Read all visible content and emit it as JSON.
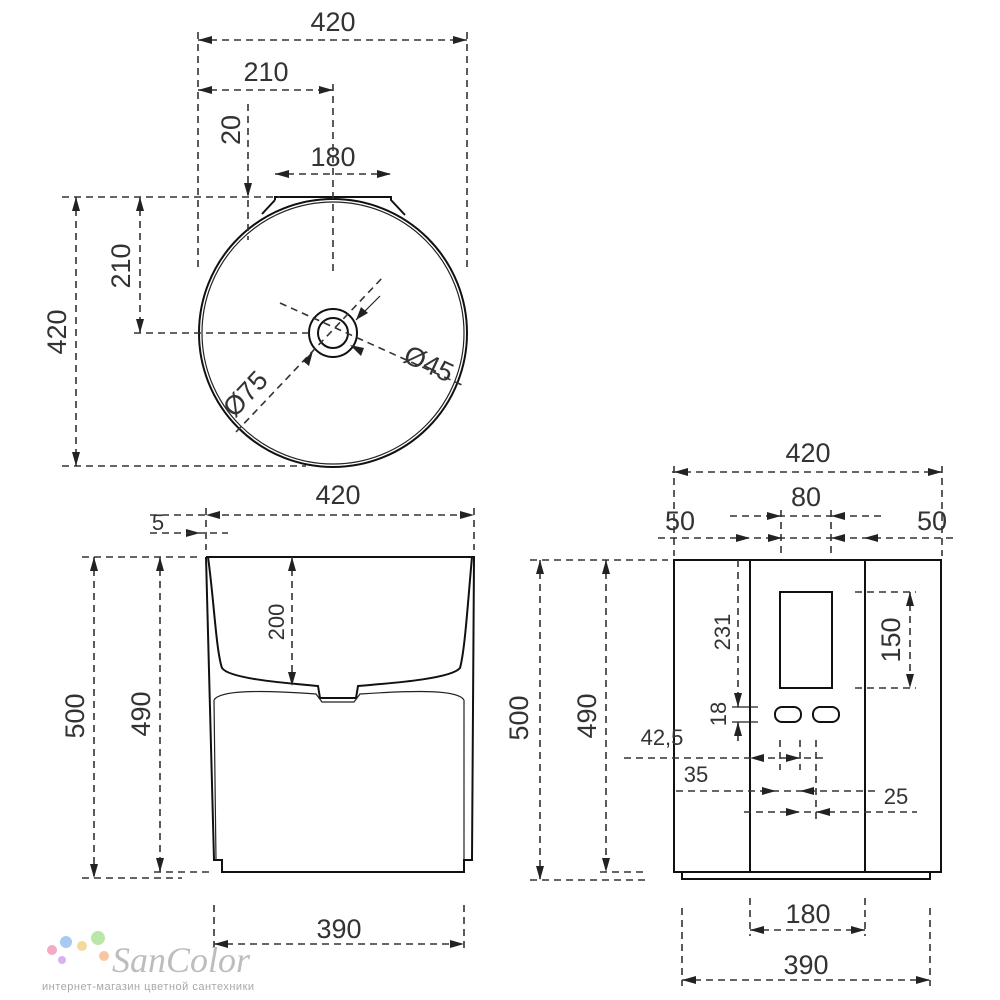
{
  "top_view": {
    "overall_width": "420",
    "half_width": "210",
    "back_offset": "20",
    "back_flat": "180",
    "half_depth": "210",
    "overall_depth": "420",
    "drain_inner": "Ø45",
    "drain_outer": "Ø75"
  },
  "side_view": {
    "overall_width": "420",
    "wall_offset": "5",
    "bowl_depth": "200",
    "total_height": "500",
    "body_height": "490",
    "base_width": "390"
  },
  "back_view": {
    "overall_width": "420",
    "center_width": "80",
    "left_margin": "50",
    "right_margin": "50",
    "cutout_top": "231",
    "cutout_height": "150",
    "slot_height": "18",
    "slot_offset": "42,5",
    "slot_width": "35",
    "slot_gap": "25",
    "total_height": "500",
    "body_height": "490",
    "panel_width": "180",
    "base_width": "390"
  },
  "watermark": {
    "brand": "SanColor",
    "tagline": "интернет-магазин цветной сантехники",
    "dot_colors": [
      "#f4a9c4",
      "#a9c9f4",
      "#f4d99a",
      "#b9e6a9",
      "#d7b3f0",
      "#f7c59f"
    ]
  }
}
